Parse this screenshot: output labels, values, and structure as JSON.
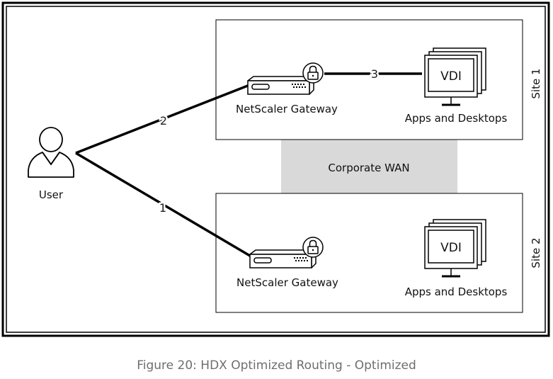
{
  "user": {
    "label": "User"
  },
  "site1": {
    "label": "Site 1",
    "gateway_label": "NetScaler Gateway",
    "apps_label": "Apps and Desktops",
    "vdi_label": "VDI"
  },
  "site2": {
    "label": "Site 2",
    "gateway_label": "NetScaler Gateway",
    "apps_label": "Apps and Desktops",
    "vdi_label": "VDI"
  },
  "wan": {
    "label": "Corporate WAN"
  },
  "connections": {
    "c1": "1",
    "c2": "2",
    "c3": "3"
  },
  "caption": "Figure 20: HDX Optimized Routing - Optimized",
  "colors": {
    "frame": "#000000",
    "wan_fill": "#d9d9d9",
    "caption": "#6e6e6e"
  },
  "icons": [
    "user-icon",
    "gateway-appliance-icon",
    "lock-icon",
    "vdi-monitor-stack-icon"
  ]
}
